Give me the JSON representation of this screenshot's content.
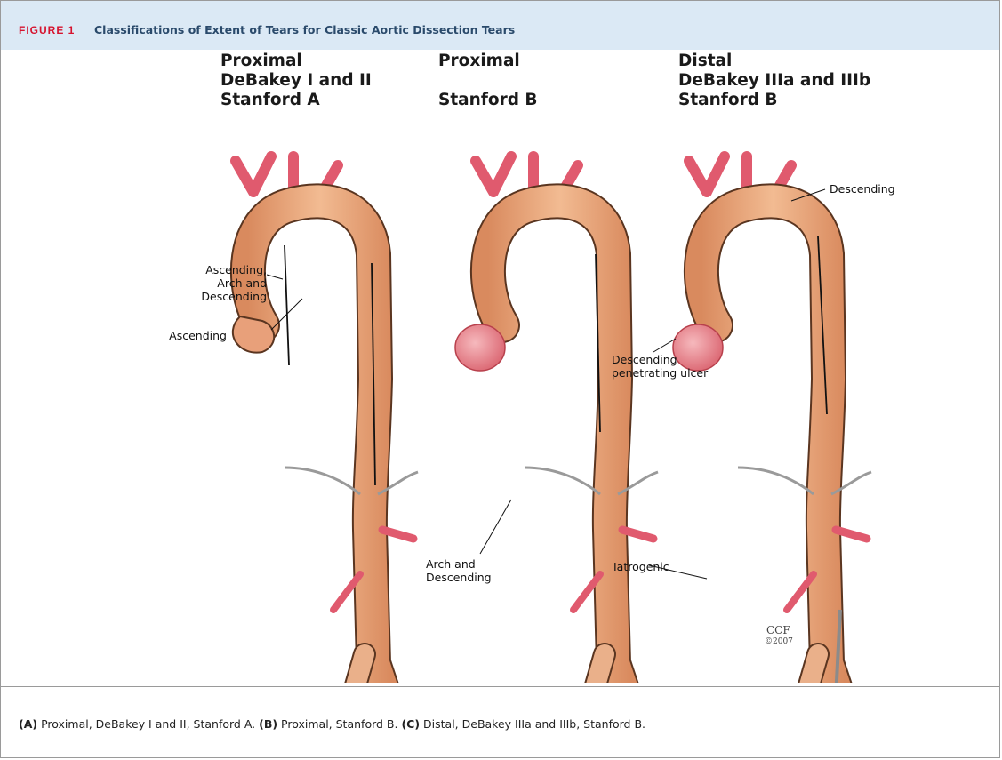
{
  "header": {
    "figure_label": "FIGURE 1",
    "title": "Classifications of Extent of Tears for Classic Aortic Dissection Tears"
  },
  "panels": [
    {
      "title_lines": [
        "Proximal",
        "DeBakey I and II",
        "Stanford A"
      ],
      "labels": [
        "Ascending,\nArch and\nDescending",
        "Ascending"
      ]
    },
    {
      "title_lines": [
        "Proximal",
        "",
        "Stanford B"
      ],
      "labels": [
        "Arch and\nDescending"
      ]
    },
    {
      "title_lines": [
        "Distal",
        "DeBakey IIIa and IIIb",
        "Stanford B"
      ],
      "labels": [
        "Descending",
        "Descending\npenetrating ulcer",
        "Iatrogenic"
      ]
    }
  ],
  "copyright": {
    "mark": "CCF",
    "year": "©2007"
  },
  "caption": {
    "a_label": "(A)",
    "a_text": " Proximal, DeBakey I and II, Stanford A. ",
    "b_label": "(B)",
    "b_text": " Proximal, Stanford B. ",
    "c_label": "(C)",
    "c_text": " Distal, DeBakey IIIa and IIIb, Stanford B."
  },
  "colors": {
    "header_bg": "#dbe9f5",
    "figure_label": "#d6142f",
    "title": "#2a4a6b",
    "aorta": "#e7a679",
    "aorta_outline": "#5a3520",
    "branch": "#e05a6e",
    "heart": "#e88e96"
  }
}
